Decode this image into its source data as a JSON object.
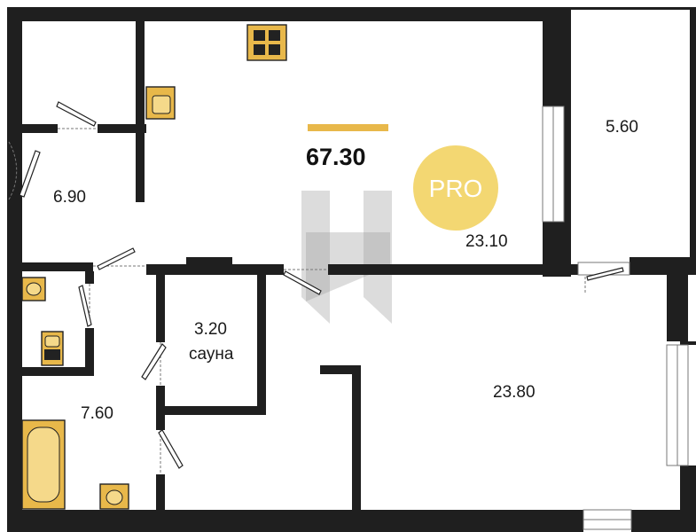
{
  "plan": {
    "total_area": "67.30",
    "badge": {
      "label": "PRO",
      "color": "#f3d772"
    },
    "accent_color": "#e8b84a",
    "wall_color": "#1f1f1f",
    "rooms": [
      {
        "id": "hall",
        "area": "6.90",
        "label": ""
      },
      {
        "id": "kitchen-living",
        "area": "23.10",
        "label": ""
      },
      {
        "id": "balcony",
        "area": "5.60",
        "label": ""
      },
      {
        "id": "sauna",
        "area": "3.20",
        "label": "сауна"
      },
      {
        "id": "bathroom",
        "area": "7.60",
        "label": ""
      },
      {
        "id": "bedroom",
        "area": "23.80",
        "label": ""
      }
    ],
    "watermark_icon": "logo-watermark-icon"
  }
}
